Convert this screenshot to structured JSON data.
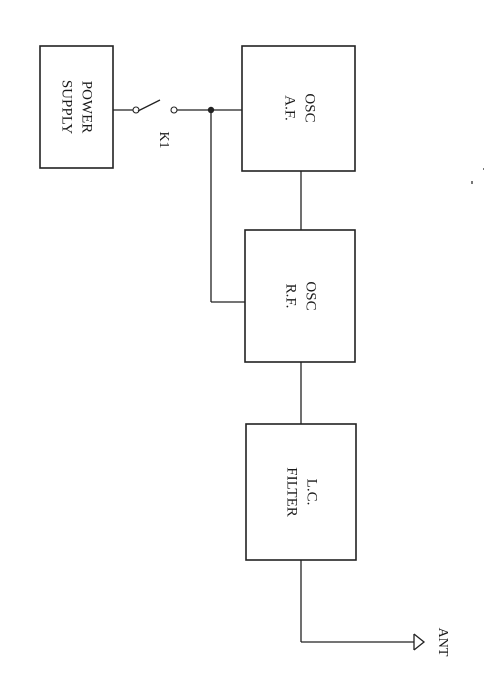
{
  "diagram": {
    "blocks": {
      "power_supply": {
        "line1": "POWER",
        "line2": "SUPPLY"
      },
      "osc_af": {
        "line1": "OSC",
        "line2": "A.F."
      },
      "osc_rf": {
        "line1": "OSC",
        "line2": "R.F."
      },
      "lc_filter": {
        "line1": "L.C.",
        "line2": "FILTER"
      }
    },
    "switch_label": "K1",
    "antenna_label": "ANT"
  }
}
